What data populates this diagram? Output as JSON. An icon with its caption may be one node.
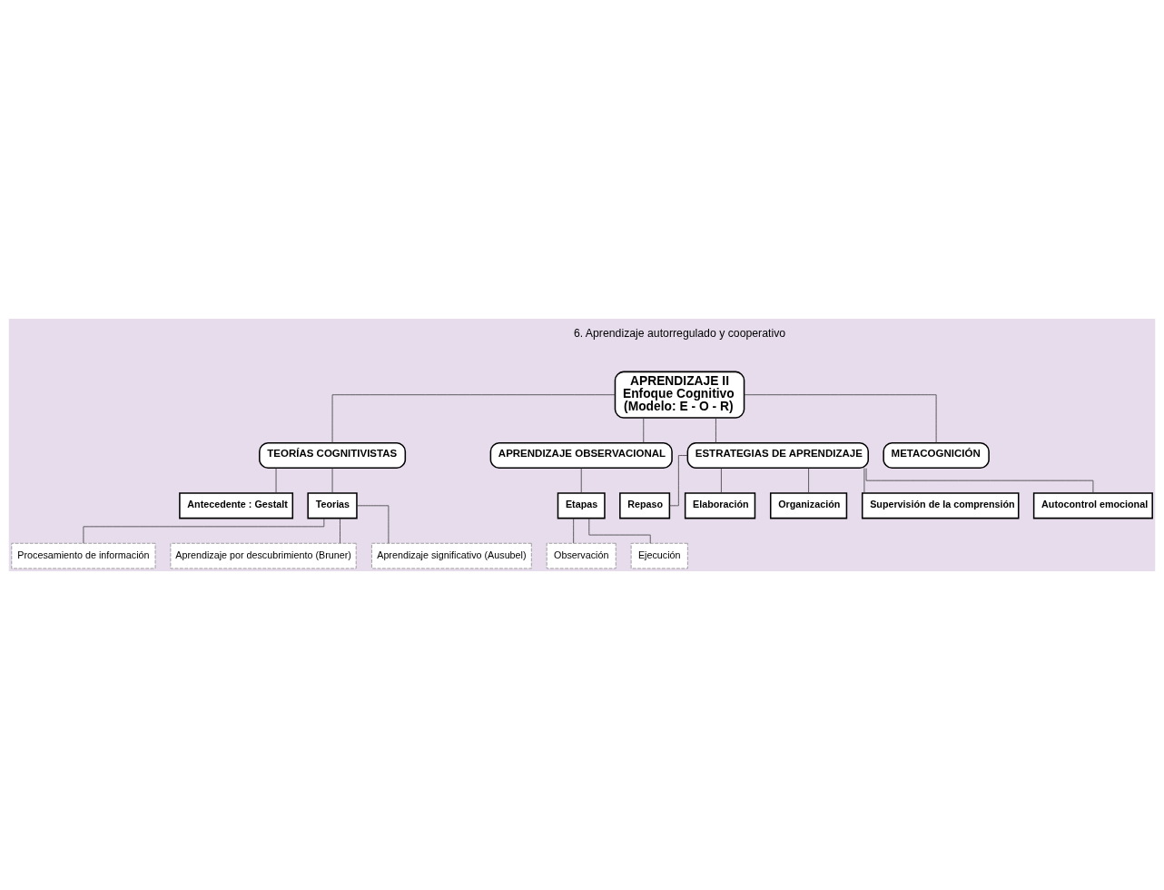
{
  "diagram": {
    "nodes": [
      {
        "text": [
          "APRENDIZAJE II",
          "Enfoque Cognitivo",
          "(Modelo: E - O - R)"
        ]
      },
      {
        "text": [
          "TEORÍAS COGNITIVISTAS"
        ]
      },
      {
        "text": [
          "APRENDIZAJE OBSERVACIONAL"
        ]
      },
      {
        "text": [
          "ESTRATEGIAS DE APRENDIZAJE"
        ]
      },
      {
        "text": [
          "METACOGNICIÓN"
        ]
      },
      {
        "text": [
          "Antecedente : Gestalt"
        ]
      },
      {
        "text": [
          "Teorias"
        ]
      },
      {
        "text": [
          "Procesamiento de información"
        ]
      },
      {
        "text": [
          "Aprendizaje por descubrimiento (Bruner)"
        ]
      },
      {
        "text": [
          "Aprendizaje significativo (Ausubel)"
        ]
      },
      {
        "text": [
          "Etapas"
        ]
      },
      {
        "text": [
          "Observación"
        ]
      },
      {
        "text": [
          "Ejecución"
        ]
      },
      {
        "text": [
          "Repaso"
        ]
      },
      {
        "text": [
          "Elaboración"
        ]
      },
      {
        "text": [
          "Organización"
        ]
      },
      {
        "text": [
          "Supervisión de la comprensión"
        ]
      },
      {
        "text": [
          "Autocontrol emocional"
        ]
      }
    ],
    "edges": [
      {
        "from": 0,
        "to": 1,
        "arrow": "none"
      },
      {
        "from": 0,
        "to": 2,
        "arrow": "none"
      },
      {
        "from": 0,
        "to": 3,
        "arrow": "none"
      },
      {
        "from": 0,
        "to": 4,
        "arrow": "none"
      },
      {
        "from": 1,
        "to": 5,
        "arrow": "none"
      },
      {
        "from": 1,
        "to": 6,
        "arrow": "none"
      },
      {
        "from": 6,
        "to": 7,
        "arrow": "none"
      },
      {
        "from": 6,
        "to": 8,
        "arrow": "none"
      },
      {
        "from": 6,
        "to": 9,
        "arrow": "none"
      },
      {
        "from": 2,
        "to": 10,
        "arrow": "none"
      },
      {
        "from": 10,
        "to": 11,
        "arrow": "none"
      },
      {
        "from": 10,
        "to": 12,
        "arrow": "none"
      },
      {
        "from": 3,
        "to": 13,
        "arrow": "none"
      },
      {
        "from": 3,
        "to": 14,
        "arrow": "none"
      },
      {
        "from": 3,
        "to": 15,
        "arrow": "none"
      },
      {
        "from": 3,
        "to": 16,
        "arrow": "none"
      },
      {
        "from": 3,
        "to": 17,
        "arrow": "none"
      }
    ],
    "labels": [
      "6. Aprendizaje autorregulado y cooperativo"
    ]
  }
}
